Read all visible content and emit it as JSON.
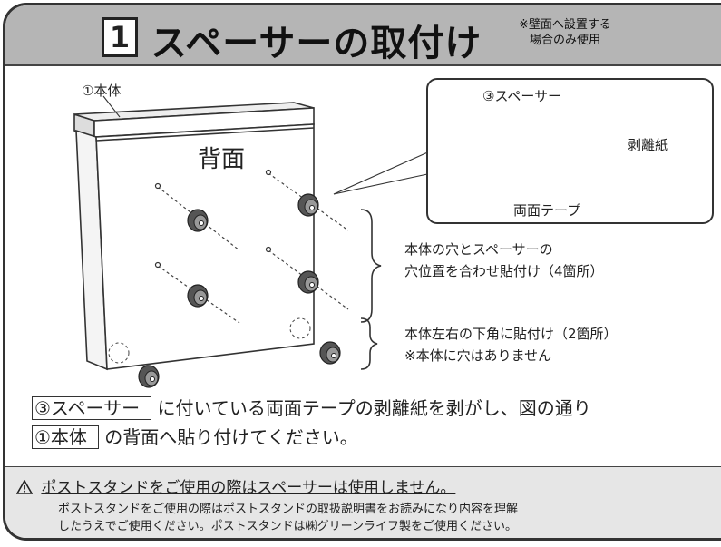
{
  "header": {
    "step_number": "1",
    "title": "スペーサーの取付け",
    "note_line1": "※壁面へ設置する",
    "note_line2": "場合のみ使用"
  },
  "diagram": {
    "label_body": "①本体",
    "label_back": "背面",
    "label_spacer": "③スペーサー",
    "label_release_paper": "剥離紙",
    "label_double_tape": "両面テープ",
    "note_holes_line1": "本体の穴とスペーサーの",
    "note_holes_line2": "穴位置を合わせ貼付け（4箇所）",
    "note_corners_line1": "本体左右の下角に貼付け（2箇所）",
    "note_corners_line2": "※本体に穴はありません"
  },
  "instructions": {
    "spacer_ref": "③スペーサー",
    "line1_text": "に付いている両面テープの剥離紙を剥がし、図の通り",
    "body_ref": "①本体",
    "line2_text": "の背面へ貼り付けてください。"
  },
  "warning": {
    "heading": "ポストスタンドをご使用の際はスペーサーは使用しません。",
    "body_line1": "ポストスタンドをご使用の際はポストスタンドの取扱説明書をお読みになり内容を理解",
    "body_line2": "したうえでご使用ください。ポストスタンドは㈱グリーンライフ製をご使用ください。"
  }
}
